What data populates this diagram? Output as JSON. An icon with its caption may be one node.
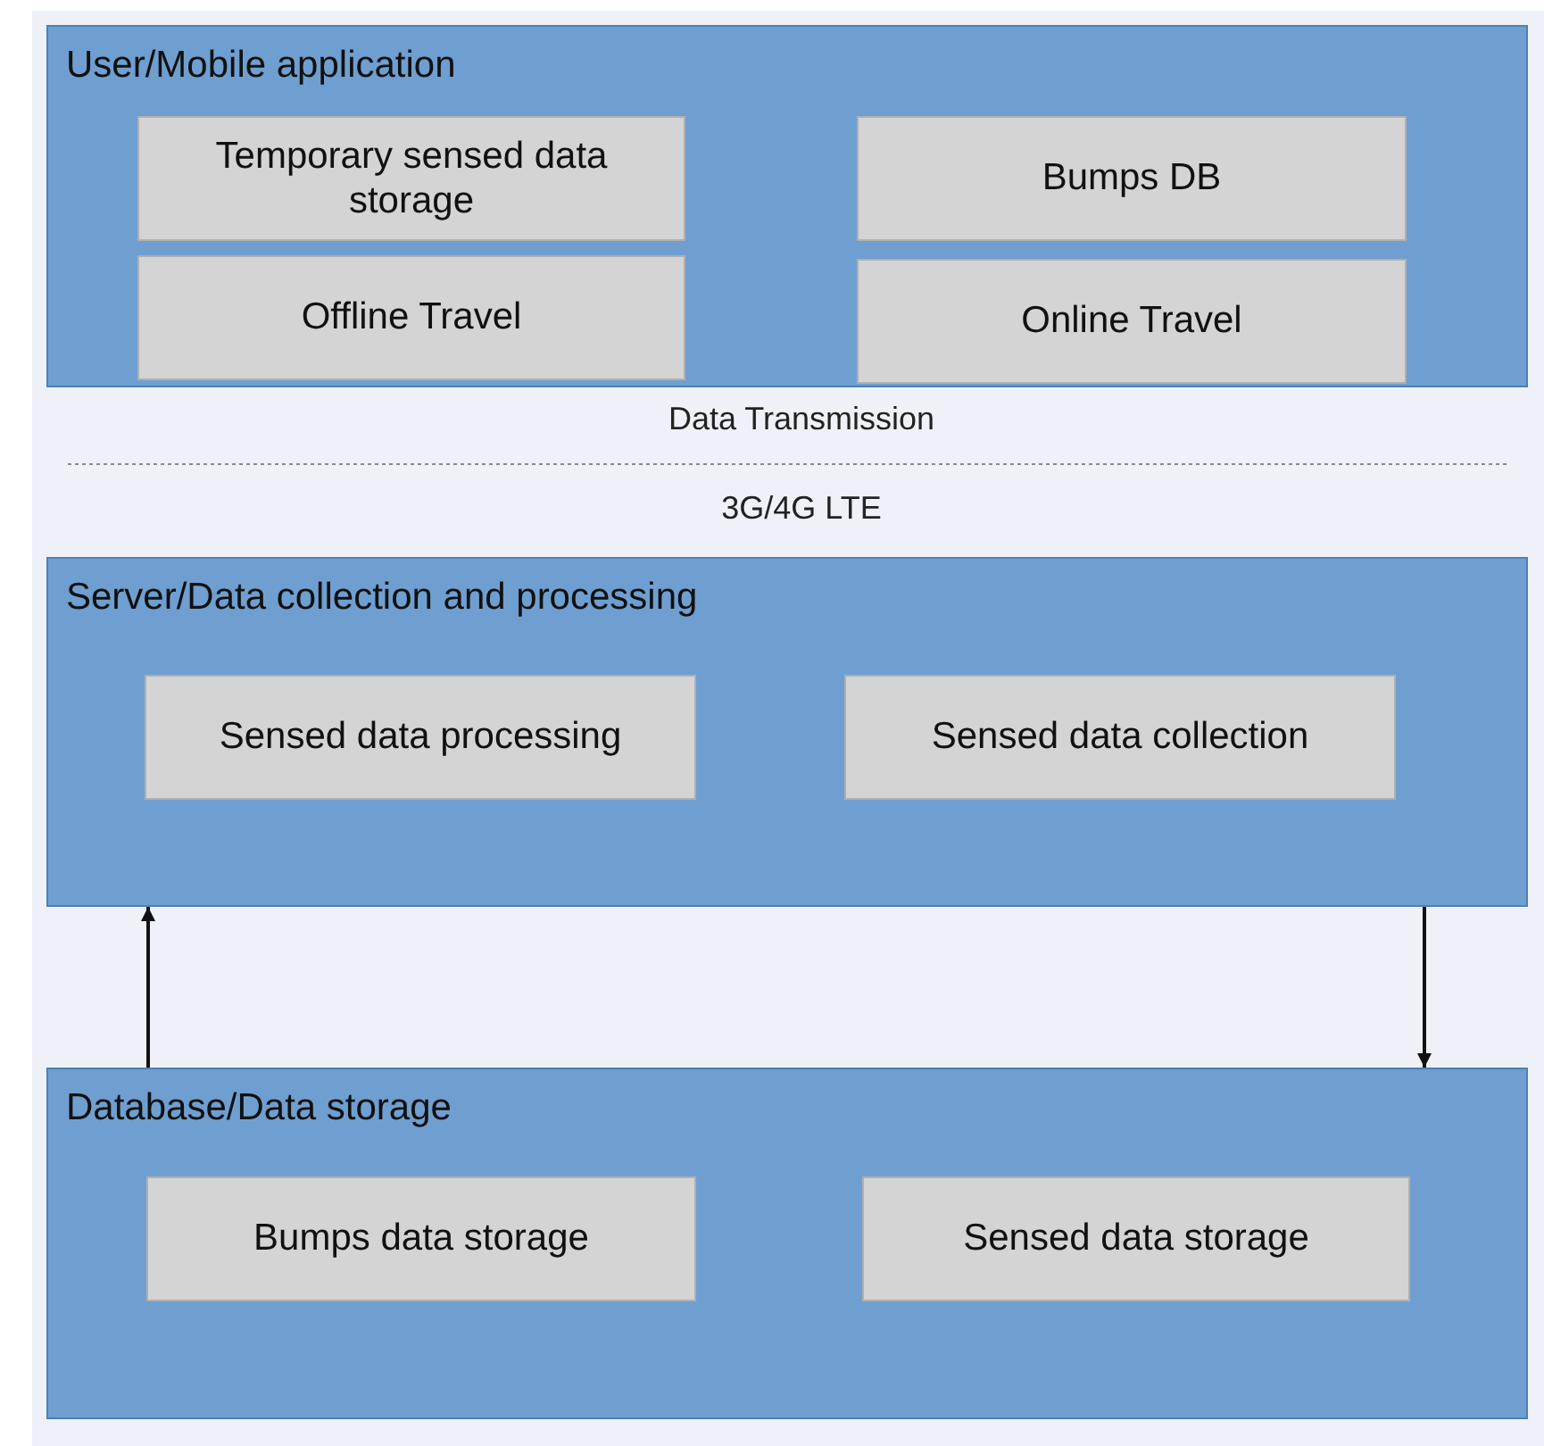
{
  "diagram": {
    "nodes": [
      {
        "text": [
          "User/Mobile application"
        ]
      },
      {
        "text": [
          "Temporary sensed data storage"
        ],
        "in": 0
      },
      {
        "text": [
          "Bumps DB"
        ],
        "in": 0
      },
      {
        "text": [
          "Offline Travel"
        ],
        "in": 0
      },
      {
        "text": [
          "Online Travel"
        ],
        "in": 0
      },
      {
        "text": [
          "Server/Data collection and processing"
        ]
      },
      {
        "text": [
          "Sensed data processing"
        ],
        "in": 5
      },
      {
        "text": [
          "Sensed data collection"
        ],
        "in": 5
      },
      {
        "text": [
          "Database/Data storage"
        ]
      },
      {
        "text": [
          "Bumps data storage"
        ],
        "in": 8
      },
      {
        "text": [
          "Sensed data storage"
        ],
        "in": 8
      }
    ],
    "edges": [
      {
        "from": 8,
        "to": 5,
        "arrow": "to"
      },
      {
        "from": 5,
        "to": 8,
        "arrow": "to"
      }
    ],
    "labels": [
      "Data Transmission",
      "3G/4G LTE"
    ]
  }
}
